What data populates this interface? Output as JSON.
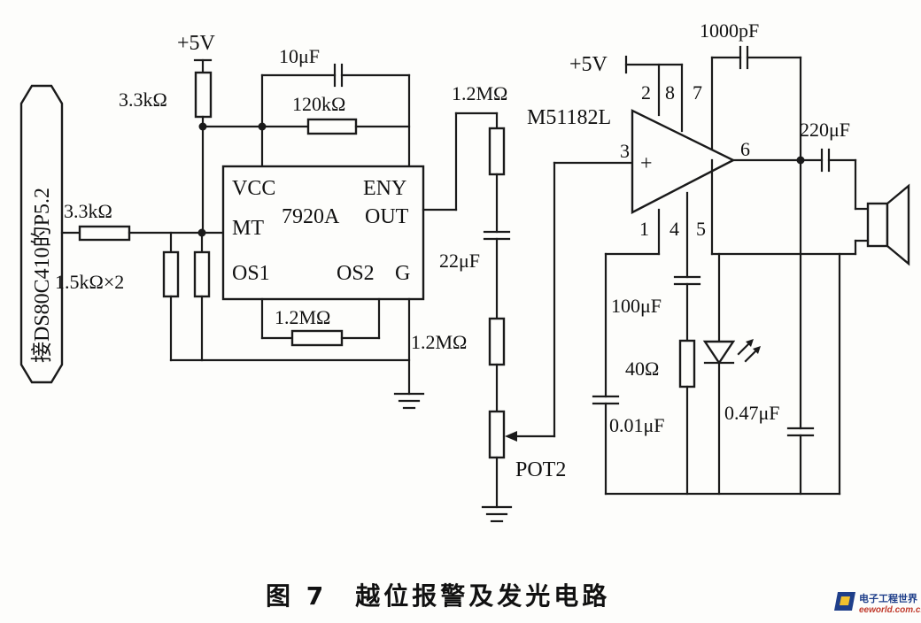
{
  "labels": {
    "connector": "接DS80C410的P5.2",
    "plus5v_left": "+5V",
    "r_pullup": "3.3kΩ",
    "r_input": "3.3kΩ",
    "r_pair": "1.5kΩ×2",
    "cap_10uF": "10μF",
    "r_120k": "120kΩ",
    "r_1m2_os": "1.2MΩ",
    "chip_vcc": "VCC",
    "chip_eny": "ENY",
    "chip_mt": "MT",
    "chip_name": "7920A",
    "chip_out": "OUT",
    "chip_os1": "OS1",
    "chip_os2": "OS2",
    "chip_g": "G",
    "r_1m2_top": "1.2MΩ",
    "cap_22uF": "22μF",
    "r_1m2_mid": "1.2MΩ",
    "pot": "POT2",
    "plus5v_right": "+5V",
    "amp_name": "M51182L",
    "pin2": "2",
    "pin8": "8",
    "pin7": "7",
    "pin3": "3",
    "pin6": "6",
    "pin1": "1",
    "pin4": "4",
    "pin5": "5",
    "plus_sign": "+",
    "cap_1000pF": "1000pF",
    "cap_220uF": "220μF",
    "cap_100uF": "100μF",
    "r_40": "40Ω",
    "cap_001uF": "0.01μF",
    "cap_047uF": "0.47μF"
  },
  "caption": "图 7　越位报警及发光电路",
  "watermark": {
    "main": "电子工程世界",
    "url": "eeworld.com.cn"
  }
}
